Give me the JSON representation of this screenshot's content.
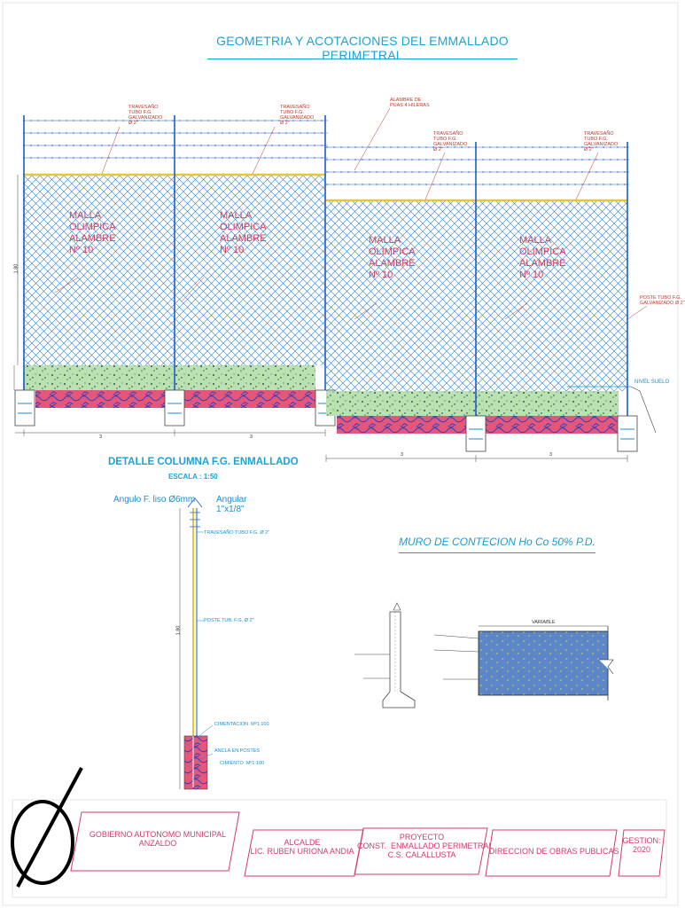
{
  "drawing": {
    "title": "GEOMETRIA Y ACOTACIONES DEL EMMALLADO PERIMETRAL",
    "fence": {
      "labels": {
        "travesano": "TRAVESAÑO\nTUBO F.G.\nGALVANIZADO\nØ 2\"",
        "alambre_puas": "ALAMBRE DE\nPUAS 4 HILERAS",
        "malla": "MALLA\nOLIMPICA\nALAMBRE\nNº 10",
        "poste": "POSTE TUBO F.G.\nGALVANIZADO Ø 2\"",
        "nivel_suelo": "NIVEL SUELO",
        "dim_height": "1.80",
        "dim_span": "3"
      }
    },
    "detail_column": {
      "title": "DETALLE COLUMNA F.G. ENMALLADO",
      "scale": "ESCALA : 1:50",
      "angular_left": "Angulo F. liso Ø6mm",
      "angular_right": "Angular\n1\"x1/8\"",
      "travesano_label": "TRAVESAÑO TUBO F.G. Ø 2\"",
      "poste_label": "POSTE TUB. F.G. Ø 2\"",
      "cimentacion": "CIMENTACION  Mº1:100",
      "anclaje": "ANCLA EN POSTES",
      "concreto": "CIMIENTO  Mº1:100",
      "dim": "1.80"
    },
    "muro": {
      "title": "MURO DE CONTECION  Ho Co 50% P.D.",
      "variable": "VARIABLE"
    }
  },
  "title_block": {
    "entity": "GOBIERNO AUTONOMO MUNICIPAL\nANZALDO",
    "alcalde": "ALCALDE\nLIC. RUBEN URIONA ANDIA",
    "proyecto": "PROYECTO\nCONST.  ENMALLADO PERIMETRAL\nC.S. CALALLUSTA",
    "direccion": "DIRECCION DE OBRAS PUBLICAS",
    "gestion": "GESTION:\n2020"
  },
  "colors": {
    "mesh": "#2a7fd4",
    "barbed": "#1e5bd0",
    "soil": "#a8d8a8",
    "stone_fill": "#e4577a",
    "stone_line": "#3040c0",
    "yellow_rail": "#e8c830",
    "accent": "#18a4d6",
    "title_block": "#d63a6a"
  }
}
